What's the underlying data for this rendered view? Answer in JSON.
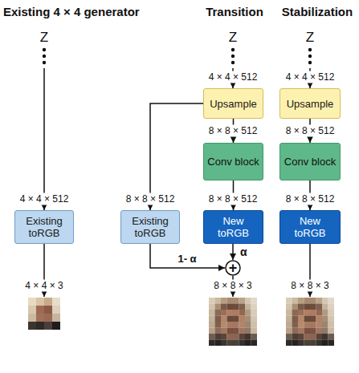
{
  "diagram": {
    "nodes": [
      {
        "text": [
          "Existing toRGB"
        ]
      },
      {
        "text": [
          "Upsample"
        ]
      },
      {
        "text": [
          "Conv block"
        ]
      },
      {
        "text": [
          "Existing toRGB"
        ]
      },
      {
        "text": [
          "New toRGB"
        ]
      },
      {
        "text": [
          "+"
        ]
      },
      {
        "text": [
          "Upsample"
        ]
      },
      {
        "text": [
          "Conv block"
        ]
      },
      {
        "text": [
          "New toRGB"
        ]
      }
    ],
    "edges": [
      {
        "from": 1,
        "to": 2,
        "arrow": "to",
        "label": "8 × 8 × 512"
      },
      {
        "from": 2,
        "to": 4,
        "arrow": "to",
        "label": "8 × 8 × 512"
      },
      {
        "from": 1,
        "to": 3,
        "arrow": "to",
        "label": "8 × 8 × 512"
      },
      {
        "from": 4,
        "to": 5,
        "arrow": "to",
        "label": "α"
      },
      {
        "from": 3,
        "to": 5,
        "arrow": "to",
        "label": "1- α"
      },
      {
        "from": 6,
        "to": 7,
        "arrow": "to",
        "label": "8 × 8 × 512"
      },
      {
        "from": 7,
        "to": 8,
        "arrow": "to",
        "label": "8 × 8 × 512"
      }
    ],
    "labels": [
      "Existing 4 × 4 generator",
      "Transition",
      "Stabilization",
      "Z",
      "Z",
      "Z",
      "4 × 4 × 512",
      "4 × 4 × 512",
      "4 × 4 × 512",
      "4 × 4 × 3",
      "8 × 8 × 3",
      "8 × 8 × 3"
    ]
  }
}
